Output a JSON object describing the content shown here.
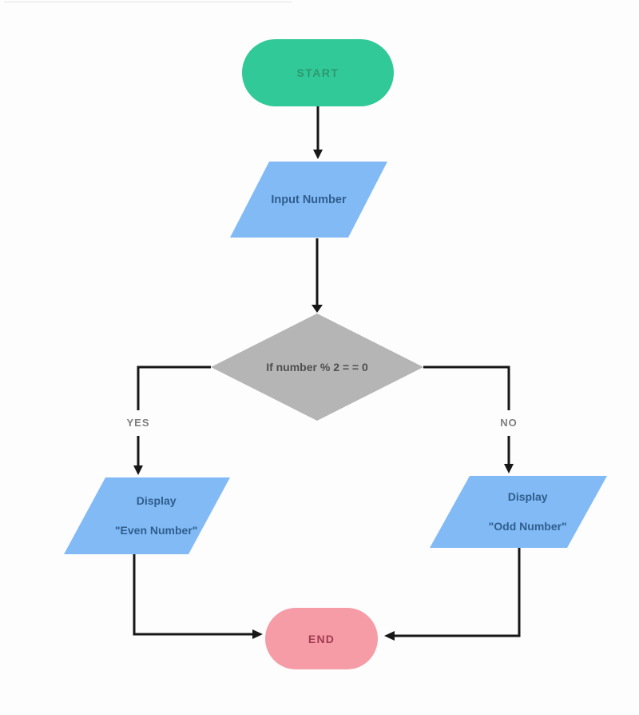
{
  "diagram": {
    "type": "flowchart",
    "nodes": {
      "start": {
        "label": "START",
        "shape": "terminator-pill",
        "fill": "#30c997",
        "text_color": "#2d9871"
      },
      "input": {
        "label": "Input Number",
        "shape": "parallelogram",
        "fill": "#82baf5",
        "text_color": "#2f5e8e"
      },
      "decision": {
        "label": "If number % 2 = = 0",
        "shape": "diamond",
        "fill": "#b5b5b5",
        "text_color": "#4f4f4f"
      },
      "display_even": {
        "lines": [
          "Display",
          "\"Even Number\""
        ],
        "shape": "parallelogram",
        "fill": "#82baf5",
        "text_color": "#2f5e8e"
      },
      "display_odd": {
        "lines": [
          "Display",
          "\"Odd Number\""
        ],
        "shape": "parallelogram",
        "fill": "#82baf5",
        "text_color": "#2f5e8e"
      },
      "end": {
        "label": "END",
        "shape": "terminator-pill",
        "fill": "#f69ca6",
        "text_color": "#a23b4f"
      }
    },
    "edges": {
      "yes_label": "YES",
      "no_label": "NO"
    },
    "colors": {
      "connector": "#171717",
      "edge_label_text": "#7e7e7e",
      "background": "#fdfdfd"
    }
  }
}
